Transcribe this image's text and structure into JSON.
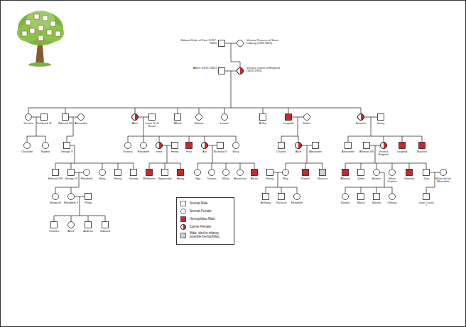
{
  "diagram": {
    "nodes": [
      {
        "text": [
          "Edward Duke of Kent (1767-1820)"
        ]
      },
      {
        "text": [
          "Victoria Princess of Saxe-Coburg (1786-1861)"
        ]
      },
      {
        "text": [
          "Albert (1819-1861)"
        ]
      },
      {
        "text": [
          "Victoria Queen of England (1819-1901)"
        ]
      },
      {
        "text": [
          "Victoria"
        ]
      },
      {
        "text": [
          "Frederick III"
        ]
      },
      {
        "text": [
          "Edward VII"
        ]
      },
      {
        "text": [
          "Alexandra"
        ]
      },
      {
        "text": [
          "Alice"
        ]
      },
      {
        "text": [
          "Louis IV of Hesse"
        ]
      },
      {
        "text": [
          "Alfred"
        ]
      },
      {
        "text": [
          "Helena"
        ]
      },
      {
        "text": [
          "Louise"
        ]
      },
      {
        "text": [
          "Arthur"
        ]
      },
      {
        "text": [
          "Leopold"
        ]
      },
      {
        "text": [
          "Helen"
        ]
      },
      {
        "text": [
          "Beatrice"
        ]
      },
      {
        "text": [
          "Henry"
        ]
      },
      {
        "text": [
          "Charlotte"
        ]
      },
      {
        "text": [
          "Sophie"
        ]
      },
      {
        "text": [
          "George V"
        ]
      },
      {
        "text": [
          "Victoria"
        ]
      },
      {
        "text": [
          "Elizabeth"
        ]
      },
      {
        "text": [
          "Irene"
        ]
      },
      {
        "text": [
          "Henry"
        ]
      },
      {
        "text": [
          "Fritz"
        ]
      },
      {
        "text": [
          "Alix"
        ]
      },
      {
        "text": [
          "Nicholas II"
        ]
      },
      {
        "text": [
          "Mary"
        ]
      },
      {
        "text": [
          "Charles"
        ]
      },
      {
        "text": [
          "Alice"
        ]
      },
      {
        "text": [
          "Alexander"
        ]
      },
      {
        "text": [
          "Alexander"
        ]
      },
      {
        "text": [
          "Alfonso XIII"
        ]
      },
      {
        "text": [
          "Victoria Eugenie"
        ]
      },
      {
        "text": [
          "Leopold"
        ]
      },
      {
        "text": [
          "Maurice"
        ]
      },
      {
        "text": [
          "Edward VIII"
        ]
      },
      {
        "text": [
          "George VI"
        ]
      },
      {
        "text": [
          "Elizabeth"
        ]
      },
      {
        "text": [
          "Mary"
        ]
      },
      {
        "text": [
          "Henry"
        ]
      },
      {
        "text": [
          "George"
        ]
      },
      {
        "text": [
          "Waldemar"
        ]
      },
      {
        "text": [
          "Sigismund"
        ]
      },
      {
        "text": [
          "Henry"
        ]
      },
      {
        "text": [
          "Olga"
        ]
      },
      {
        "text": [
          "Tatiana"
        ]
      },
      {
        "text": [
          "Maria"
        ]
      },
      {
        "text": [
          "Anastasia"
        ]
      },
      {
        "text": [
          "Alexis"
        ]
      },
      {
        "text": [
          "Henry"
        ]
      },
      {
        "text": [
          "May"
        ]
      },
      {
        "text": [
          "Rupert"
        ]
      },
      {
        "text": [
          "Maurice"
        ]
      },
      {
        "text": [
          "Alfonso"
        ]
      },
      {
        "text": [
          "Jaime"
        ]
      },
      {
        "text": [
          "Beatriz"
        ]
      },
      {
        "text": [
          "Maria Cristina"
        ]
      },
      {
        "text": [
          "Gonzalo"
        ]
      },
      {
        "text": [
          "Juan"
        ]
      },
      {
        "text": [
          "Maria de las Mercedes"
        ]
      },
      {
        "text": [
          "Margaret"
        ]
      },
      {
        "text": [
          "Elizabeth II"
        ]
      },
      {
        "text": [
          "Philip"
        ]
      },
      {
        "text": [
          "Anthony"
        ]
      },
      {
        "text": [
          "Richard"
        ]
      },
      {
        "text": [
          "Elizabeth"
        ]
      },
      {
        "text": [
          "Sandra"
        ]
      },
      {
        "text": [
          "Marco"
        ]
      },
      {
        "text": [
          "Marino"
        ]
      },
      {
        "text": [
          "Olimpia"
        ]
      },
      {
        "text": [
          "Juan Carlos I"
        ]
      },
      {
        "text": [
          "Charles"
        ]
      },
      {
        "text": [
          "Anne"
        ]
      },
      {
        "text": [
          "Andrew"
        ]
      },
      {
        "text": [
          "Edward"
        ]
      }
    ],
    "edges": [
      {
        "from": 0,
        "to": 1,
        "arrow": "none"
      },
      {
        "from": 2,
        "to": 3,
        "arrow": "none"
      },
      {
        "from": 4,
        "to": 5,
        "arrow": "none"
      },
      {
        "from": 6,
        "to": 7,
        "arrow": "none"
      },
      {
        "from": 8,
        "to": 9,
        "arrow": "none"
      },
      {
        "from": 14,
        "to": 15,
        "arrow": "none"
      },
      {
        "from": 16,
        "to": 17,
        "arrow": "none"
      },
      {
        "from": 23,
        "to": 24,
        "arrow": "none"
      },
      {
        "from": 26,
        "to": 27,
        "arrow": "none"
      },
      {
        "from": 30,
        "to": 31,
        "arrow": "none"
      },
      {
        "from": 33,
        "to": 34,
        "arrow": "none"
      },
      {
        "from": 38,
        "to": 39,
        "arrow": "none"
      },
      {
        "from": 51,
        "to": 52,
        "arrow": "none"
      },
      {
        "from": 60,
        "to": 61,
        "arrow": "none"
      },
      {
        "from": 63,
        "to": 64,
        "arrow": "none"
      }
    ],
    "legend": [
      {
        "text": "Normal Male"
      },
      {
        "text": "Normal Female"
      },
      {
        "text": "Hemophiliac Male"
      },
      {
        "text": "Carrier Female"
      },
      {
        "text": "Male, died in infancy, possible hemophiliac"
      }
    ]
  }
}
